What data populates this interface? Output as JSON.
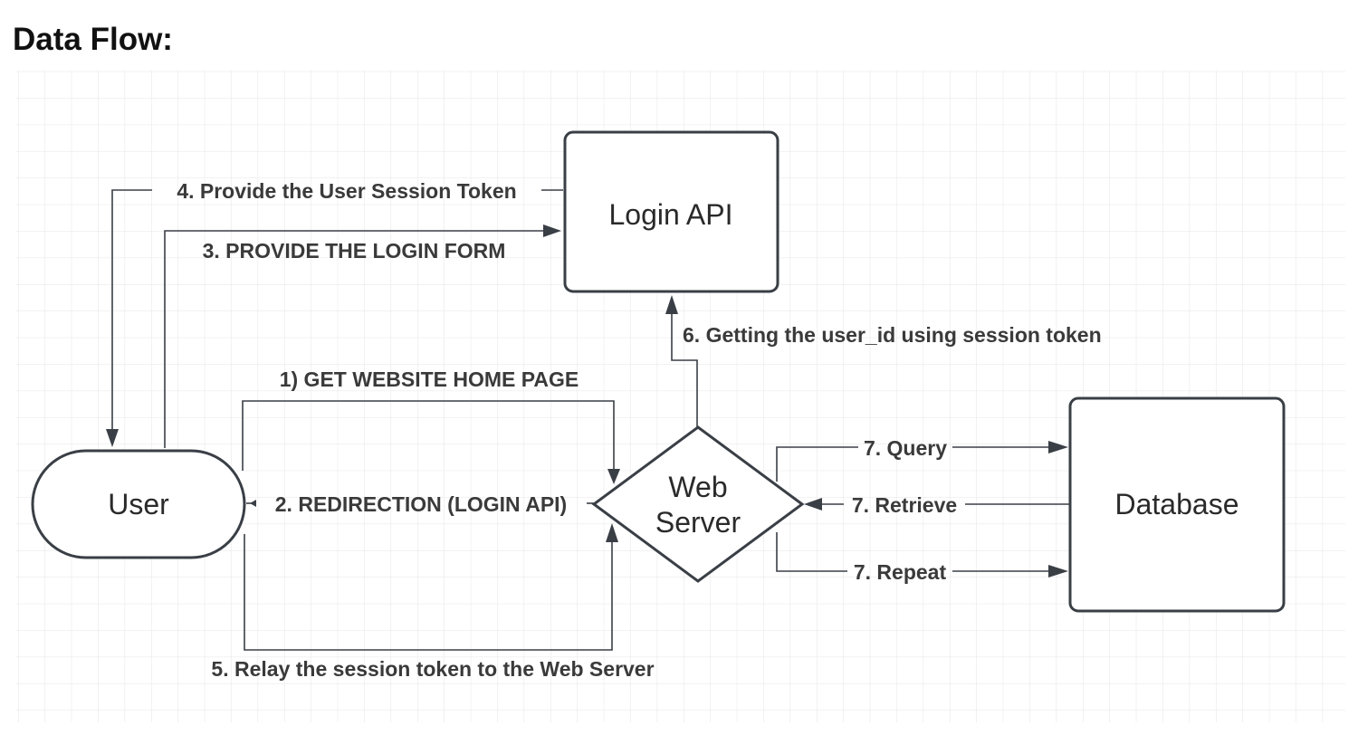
{
  "heading": "Data Flow:",
  "nodes": {
    "user": "User",
    "login_api": "Login API",
    "web_server_line1": "Web",
    "web_server_line2": "Server",
    "database": "Database"
  },
  "edges": {
    "step1": "1) GET WEBSITE HOME PAGE",
    "step2": "2. REDIRECTION (LOGIN API)",
    "step3": "3. PROVIDE THE LOGIN FORM",
    "step4": "4. Provide the User Session Token",
    "step5": "5. Relay the session token to the Web Server",
    "step6": "6. Getting the user_id using session token",
    "step7_query": "7. Query",
    "step7_retrieve": "7. Retrieve",
    "step7_repeat": "7. Repeat"
  },
  "colors": {
    "stroke": "#3a3f46",
    "grid": "#e6e6e6",
    "text": "#2a2a2a"
  }
}
